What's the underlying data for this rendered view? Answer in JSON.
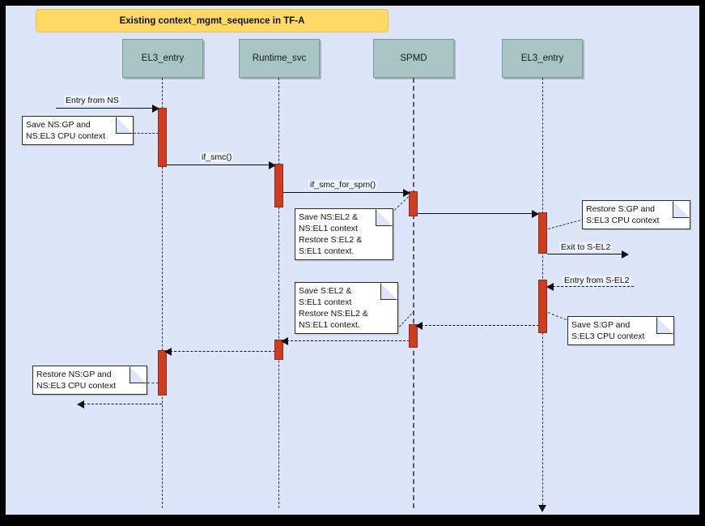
{
  "title": "Existing context_mgmt_sequence in TF-A",
  "colors": {
    "canvas_bg": "#dde6f9",
    "title_bg": "#ffd966",
    "participant_fill": "#a8c4c4",
    "activation_fill": "#cc3d22",
    "note_fill": "#ffffff",
    "line": "#111111"
  },
  "participants": [
    {
      "label": "EL3_entry"
    },
    {
      "label": "Runtime_svc"
    },
    {
      "label": "SPMD"
    },
    {
      "label": "EL3_entry"
    }
  ],
  "messages": [
    {
      "label": "Entry from NS"
    },
    {
      "label": "if_smc()"
    },
    {
      "label": "if_smc_for_spm()"
    },
    {
      "label": "Exit to S-EL2"
    },
    {
      "label": "Entry from S-EL2"
    }
  ],
  "notes": [
    {
      "lines": [
        "Save NS:GP and",
        "NS:EL3 CPU context"
      ]
    },
    {
      "lines": [
        "Save NS:EL2 &",
        "NS:EL1 context",
        "Restore S:EL2 &",
        "S:EL1 context."
      ]
    },
    {
      "lines": [
        "Restore S:GP and",
        "S:EL3 CPU context"
      ]
    },
    {
      "lines": [
        "Save S:EL2 &",
        "S:EL1 context",
        "Restore NS:EL2 &",
        "NS:EL1 context."
      ]
    },
    {
      "lines": [
        "Save S:GP and",
        "S:EL3 CPU context"
      ]
    },
    {
      "lines": [
        "Restore NS:GP and",
        "NS:EL3 CPU context"
      ]
    }
  ]
}
